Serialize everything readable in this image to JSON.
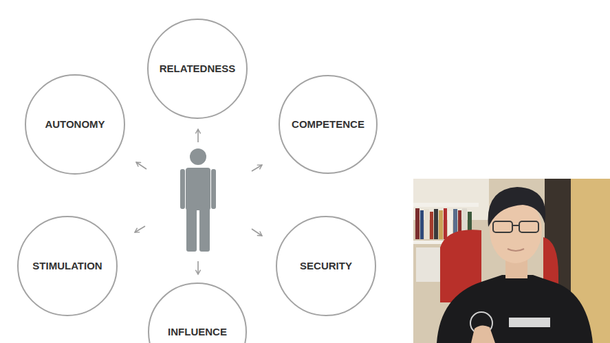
{
  "diagram": {
    "nodes": [
      {
        "text": [
          "RELATEDNESS"
        ]
      },
      {
        "text": [
          "AUTONOMY"
        ]
      },
      {
        "text": [
          "COMPETENCE"
        ]
      },
      {
        "text": [
          "STIMULATION"
        ]
      },
      {
        "text": [
          "SECURITY"
        ]
      },
      {
        "text": [
          "INFLUENCE"
        ]
      }
    ]
  }
}
